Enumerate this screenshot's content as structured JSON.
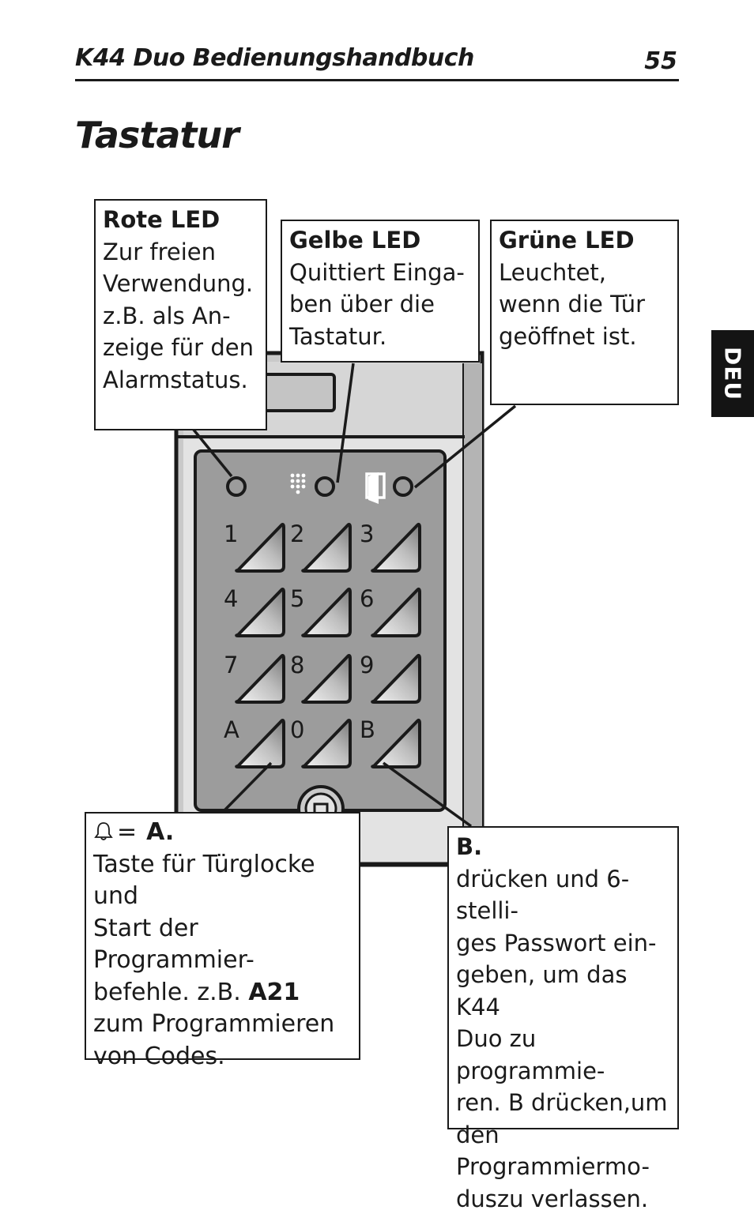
{
  "header": {
    "title": "K44 Duo Bedienungshandbuch",
    "page_number": "55"
  },
  "page_title": "Tastatur",
  "side_tab": "DEU",
  "keypad": {
    "keys": [
      "1",
      "2",
      "3",
      "4",
      "5",
      "6",
      "7",
      "8",
      "9",
      "A",
      "0",
      "B"
    ],
    "icons": [
      "keypad-icon",
      "door-icon"
    ]
  },
  "callouts": {
    "rote": {
      "head": "Rote LED",
      "body": "Zur freien\nVerwendung.\nz.B. als An-\nzeige für den\nAlarmstatus."
    },
    "gelbe": {
      "head": "Gelbe LED",
      "body": "Quittiert Einga-\nben über die\nTastatur."
    },
    "gruene": {
      "head": "Grüne LED",
      "body": "Leuchtet,\nwenn die Tür\ngeöffnet ist."
    },
    "a": {
      "equals": "=",
      "head": "A.",
      "line1": "Taste für Türglocke und",
      "line2": "Start der Programmier-",
      "line3_prefix": "befehle. z.B. ",
      "line3_code": "A21",
      "line4": "zum Programmieren",
      "line5": "von Codes."
    },
    "b": {
      "head": "B.",
      "body": "drücken und 6-stelli-\nges Passwort ein-\ngeben, um das K44\nDuo zu programmie-\nren. B drücken,um\nden Programmiermo-\nduszu verlassen."
    }
  }
}
